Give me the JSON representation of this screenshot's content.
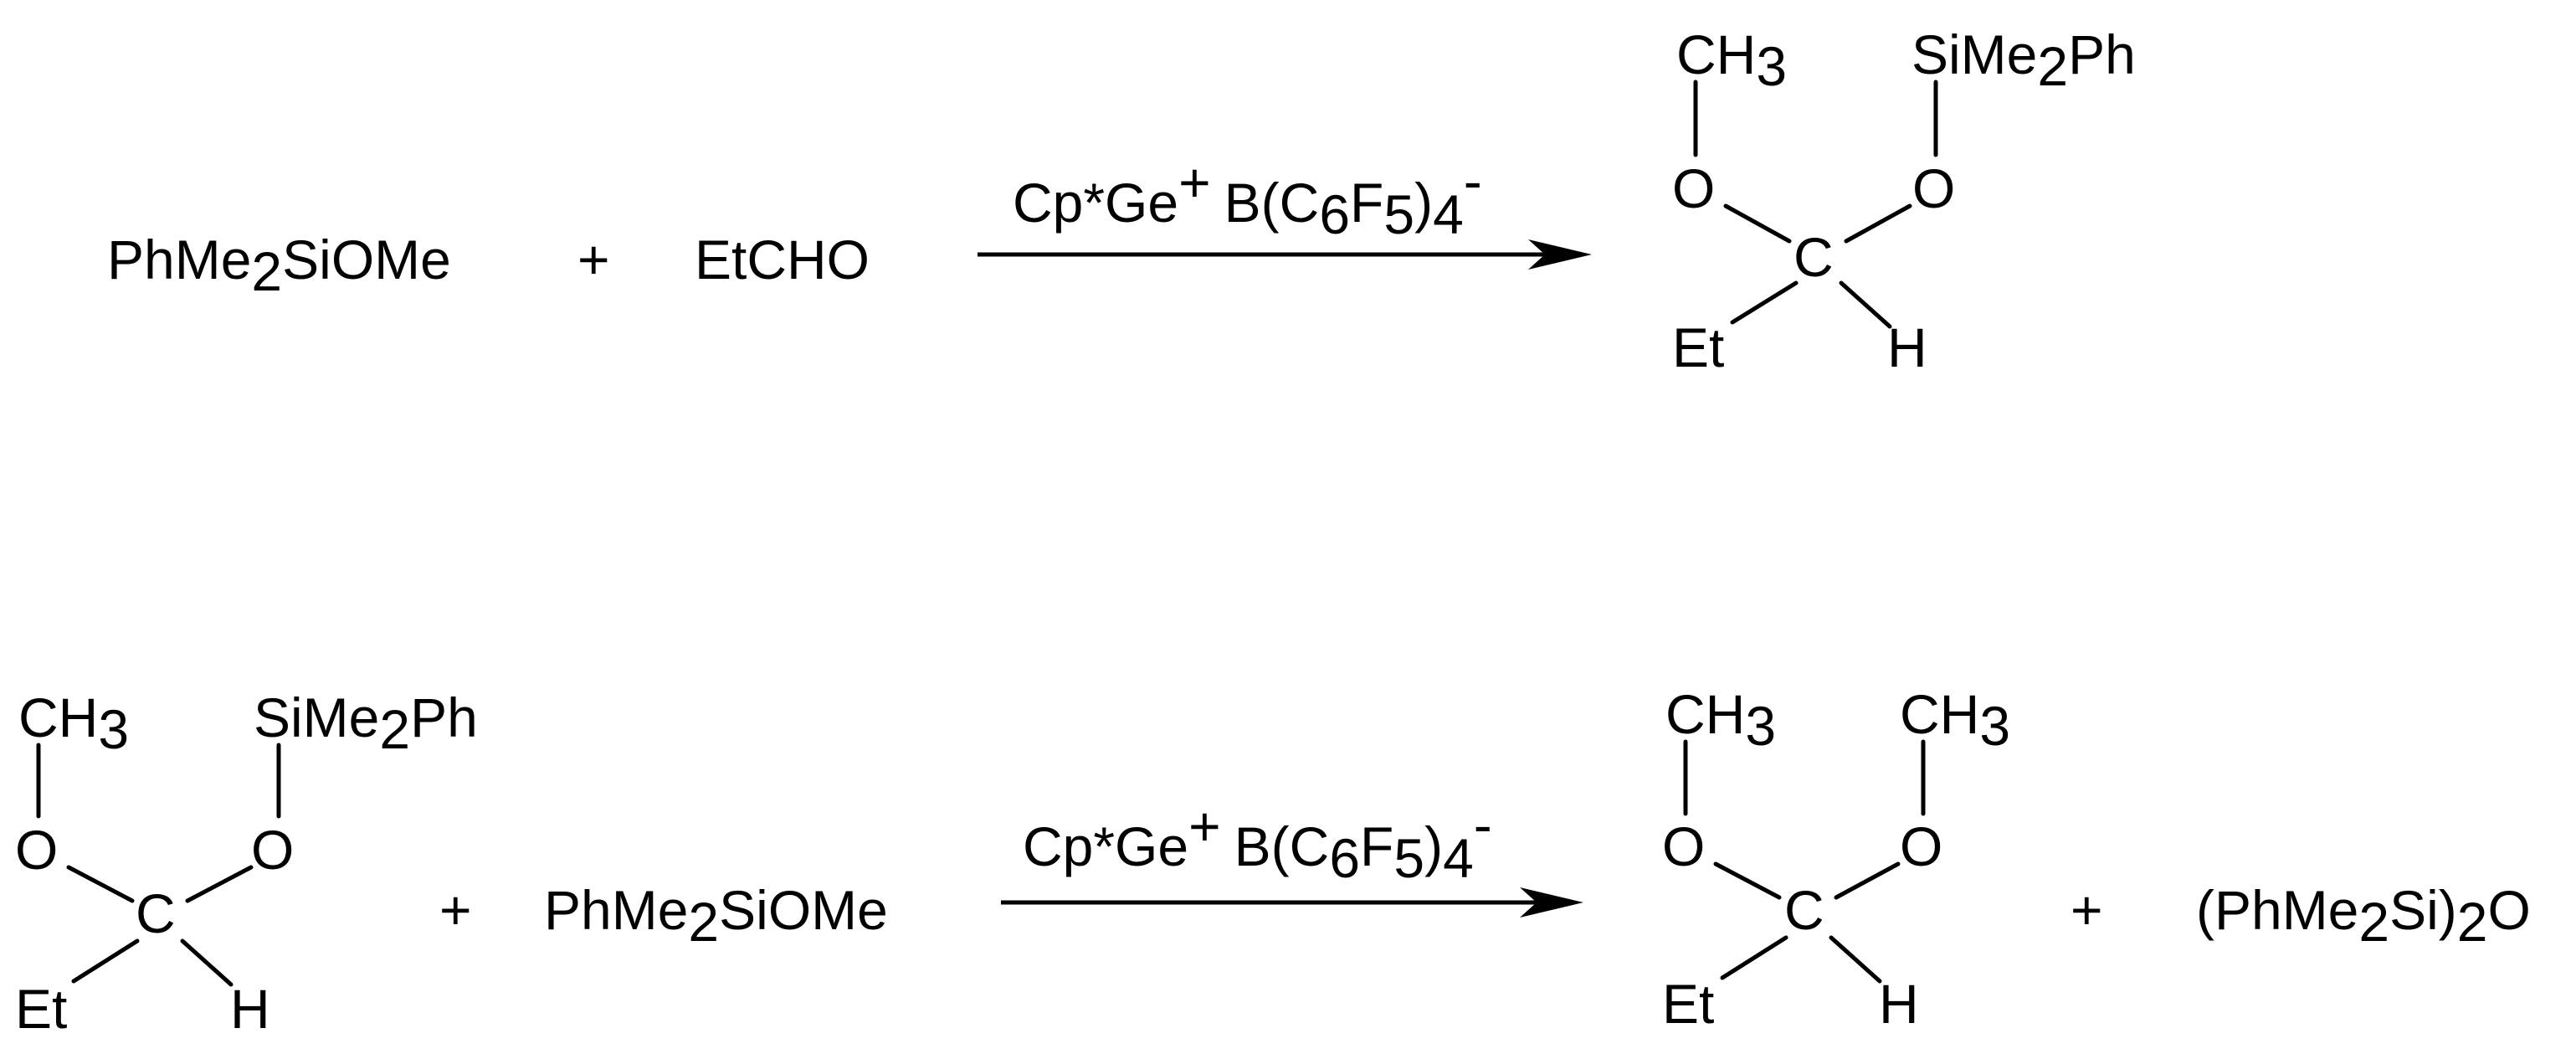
{
  "reactions": [
    {
      "reactants": {
        "silane": {
          "main": "PhMe",
          "sub": "2",
          "rest": "SiOMe"
        },
        "plus": "+",
        "aldehyde": "EtCHO"
      },
      "catalyst": {
        "cation": "Cp*Ge",
        "cation_charge": "+",
        "anion_a": "B(C",
        "anion_sub1": "6",
        "anion_b": "F",
        "anion_sub2": "5",
        "anion_c": ")",
        "anion_sub3": "4",
        "anion_charge": "-"
      },
      "product": {
        "left_top": {
          "main": "CH",
          "sub": "3"
        },
        "right_top": {
          "a": "SiMe",
          "sub": "2",
          "b": "Ph"
        },
        "left_o": "O",
        "right_o": "O",
        "center": "C",
        "bottom_left": "Et",
        "bottom_right": "H"
      }
    },
    {
      "reactants": {
        "acetal": {
          "left_top": {
            "main": "CH",
            "sub": "3"
          },
          "right_top": {
            "a": "SiMe",
            "sub": "2",
            "b": "Ph"
          },
          "left_o": "O",
          "right_o": "O",
          "center": "C",
          "bottom_left": "Et",
          "bottom_right": "H"
        },
        "plus": "+",
        "silane": {
          "main": "PhMe",
          "sub": "2",
          "rest": "SiOMe"
        }
      },
      "catalyst": {
        "cation": "Cp*Ge",
        "cation_charge": "+",
        "anion_a": "B(C",
        "anion_sub1": "6",
        "anion_b": "F",
        "anion_sub2": "5",
        "anion_c": ")",
        "anion_sub3": "4",
        "anion_charge": "-"
      },
      "products": {
        "ketal": {
          "left_top": {
            "main": "CH",
            "sub": "3"
          },
          "right_top": {
            "main": "CH",
            "sub": "3"
          },
          "left_o": "O",
          "right_o": "O",
          "center": "C",
          "bottom_left": "Et",
          "bottom_right": "H"
        },
        "plus": "+",
        "siloxane": {
          "a": "(PhMe",
          "sub1": "2",
          "b": "Si)",
          "sub2": "2",
          "c": "O"
        }
      }
    }
  ]
}
